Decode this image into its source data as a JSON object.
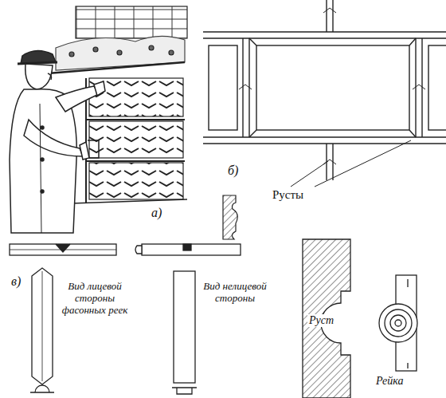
{
  "diagram": {
    "labels": [
      "а)",
      "Русты",
      "б)",
      "в)",
      "Вид лицевой стороны фасонных реек",
      "Вид нелицевой стороны",
      "Руст",
      "Рейка"
    ]
  }
}
